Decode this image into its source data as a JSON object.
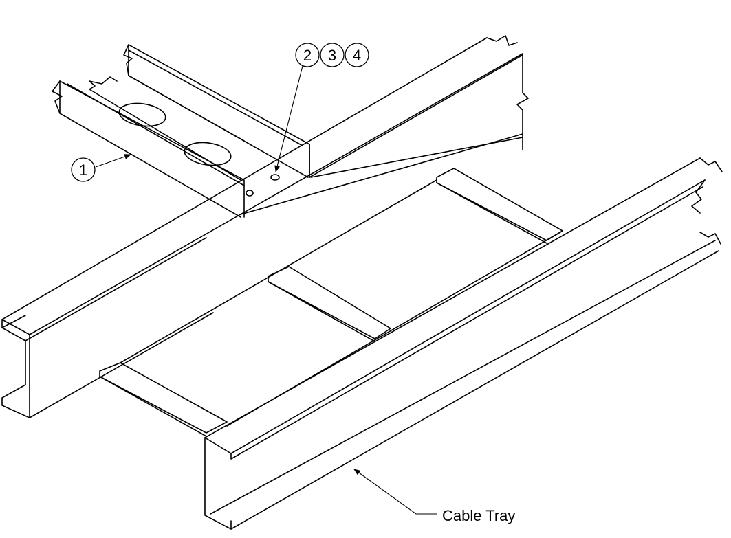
{
  "callouts": {
    "c1": "1",
    "c2": "2",
    "c3": "3",
    "c4": "4"
  },
  "labels": {
    "cable_tray": "Cable Tray"
  }
}
